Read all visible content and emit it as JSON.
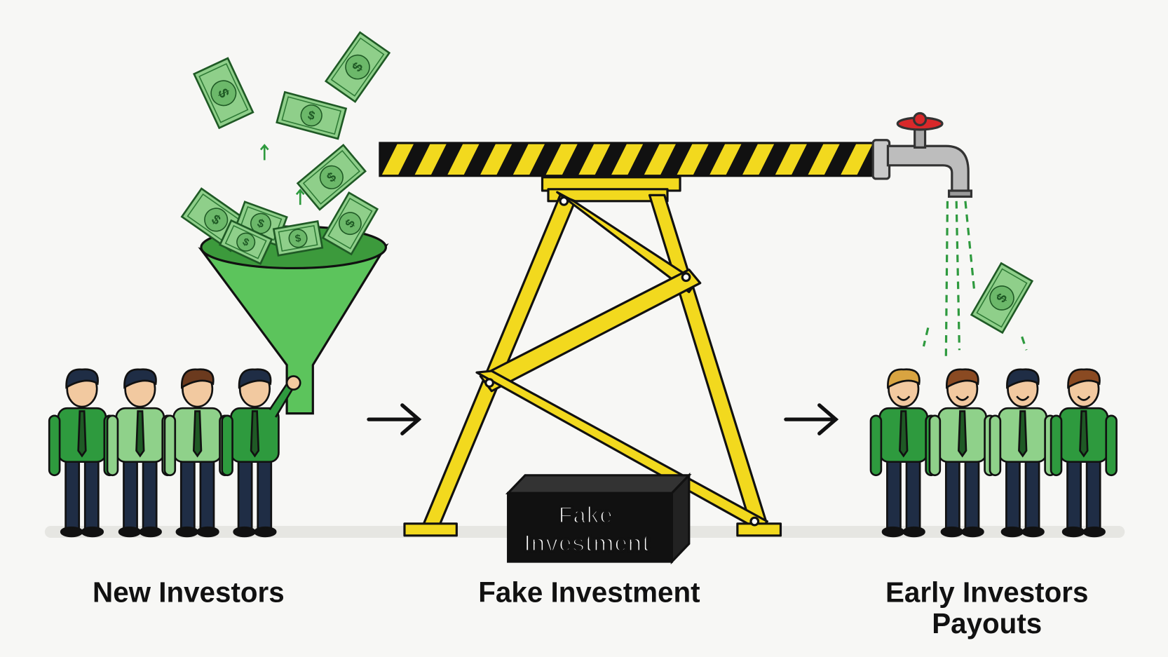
{
  "labels": {
    "new_investors": "New Investors",
    "fake_investment": "Fake Investment",
    "early_investors_line1": "Early Investors",
    "early_investors_line2": "Payouts"
  },
  "box": {
    "line1": "Fake",
    "line2": "Investment"
  },
  "colors": {
    "money_green": "#8fcf8a",
    "funnel_green": "#5cc45c",
    "pipe_yellow": "#f2d91e",
    "stripe_black": "#111111",
    "valve_red": "#d8282a",
    "shirt_green": "#2e9a3e",
    "shirt_light": "#8fd18a",
    "pants_navy": "#1f2d45",
    "background": "#f7f7f5"
  },
  "icons": [
    "dollar-bill-icon",
    "funnel-icon",
    "faucet-icon",
    "arrow-right-icon",
    "person-icon"
  ]
}
